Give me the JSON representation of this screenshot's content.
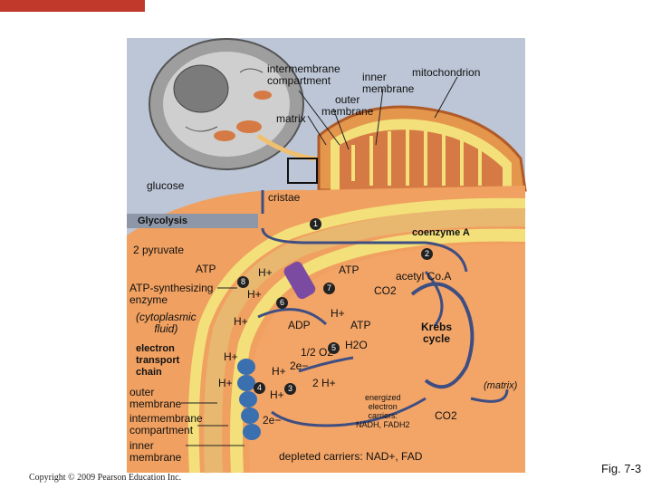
{
  "labels": {
    "intermembrane_compartment_top": "intermembrane\ncompartment",
    "mitochondrion": "mitochondrion",
    "inner_membrane_top": "inner\nmembrane",
    "outer_membrane_top": "outer\nmembrane",
    "matrix_top": "matrix",
    "glucose": "glucose",
    "cristae": "cristae",
    "glycolysis": "Glycolysis",
    "coenzyme_a": "coenzyme A",
    "pyruvate": "2 pyruvate",
    "atp_left": "ATP",
    "atp_synthesizing_enzyme": "ATP-synthesizing\nenzyme",
    "cytoplasmic_fluid": "(cytoplasmic\nfluid)",
    "electron_transport_chain": "electron\ntransport\nchain",
    "outer_membrane": "outer\nmembrane",
    "intermembrane_compartment": "intermembrane\ncompartment",
    "inner_membrane": "inner\nmembrane",
    "h_plus": "H+",
    "atp_upper": "ATP",
    "acetyl_coa": "acetyl Co.A",
    "co2": "CO2",
    "adp": "ADP",
    "atp_mid": "ATP",
    "krebs_cycle": "Krebs\ncycle",
    "half_o2": "1/2 O2",
    "h2o": "H2O",
    "two_e": "2e−",
    "two_h": "2 H+",
    "matrix_label": "(matrix)",
    "energized_carriers": "energized\nelectron\ncarriers:\nNADH, FADH2",
    "co2_lower": "CO2",
    "depleted_carriers": "depleted carriers: NAD+, FAD"
  },
  "steps": [
    "1",
    "2",
    "3",
    "4",
    "5",
    "6",
    "7",
    "8"
  ],
  "copyright": "Copyright © 2009 Pearson Education Inc.",
  "fig_label": "Fig. 7-3",
  "colors": {
    "cytoplasm": "#f0a060",
    "membrane": "#f3e07a",
    "mito_fill": "#d57a44",
    "panel": "#bcc6d6",
    "protein": "#3a6fb0",
    "red": "#c0392b"
  }
}
